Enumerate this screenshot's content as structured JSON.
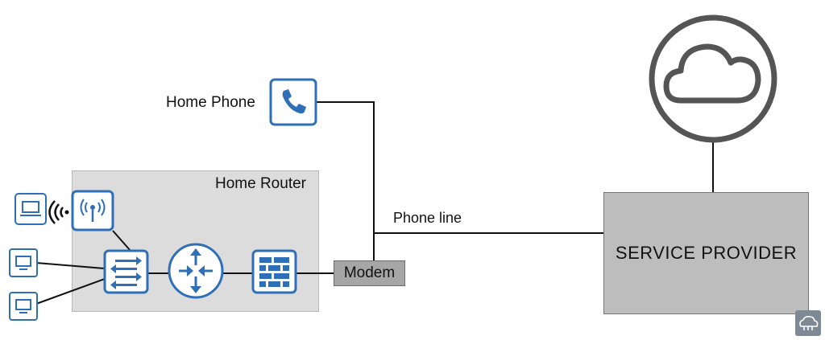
{
  "labels": {
    "home_phone": "Home Phone",
    "home_router": "Home Router",
    "phone_line": "Phone line",
    "modem": "Modem",
    "service_provider": "SERVICE PROVIDER"
  },
  "icons": {
    "phone": "phone-icon",
    "access_point": "wireless-access-point-icon",
    "switch": "switch-icon",
    "router": "router-icon",
    "firewall": "firewall-icon",
    "laptop": "laptop-icon",
    "desktop": "desktop-icon",
    "cloud": "cloud-icon",
    "wifi_signal": "wifi-signal-icon"
  },
  "colors": {
    "icon_blue": "#2e6fb7",
    "line": "#111111",
    "router_box": "#dcdcdc",
    "modem_box": "#a6a6a6",
    "provider_box": "#bdbdbd",
    "cloud_ring": "#555555"
  }
}
